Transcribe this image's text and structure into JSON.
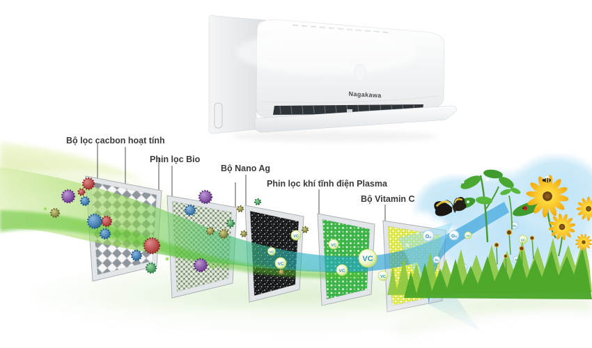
{
  "brand": {
    "name": "Nagakawa"
  },
  "filters": [
    {
      "label": "Bộ lọc cacbon hoạt tính",
      "panel_color": "#8f969b"
    },
    {
      "label": "Phin lọc Bio",
      "panel_color": "#aebfa6"
    },
    {
      "label": "Bộ Nano Ag",
      "panel_color": "#17181a"
    },
    {
      "label": "Phin lọc khí tĩnh điện Plasma",
      "panel_color": "#3cb44a"
    },
    {
      "label": "Bộ Vitamin C",
      "panel_color": "#d8e42c"
    }
  ],
  "badges": {
    "vc": "VC",
    "oxygen": "O₂"
  },
  "colors": {
    "label_text": "#3a3a3a",
    "green_flow": "#6cc43a",
    "blue_flow": "#1e8fd0",
    "carbon_filter_frame": "#e3e6e8",
    "virus_red": "#b73333",
    "virus_blue": "#2f7fc2",
    "virus_purple": "#7d3fa8",
    "virus_olive": "#8f8f45",
    "virus_green": "#3aa55a"
  }
}
